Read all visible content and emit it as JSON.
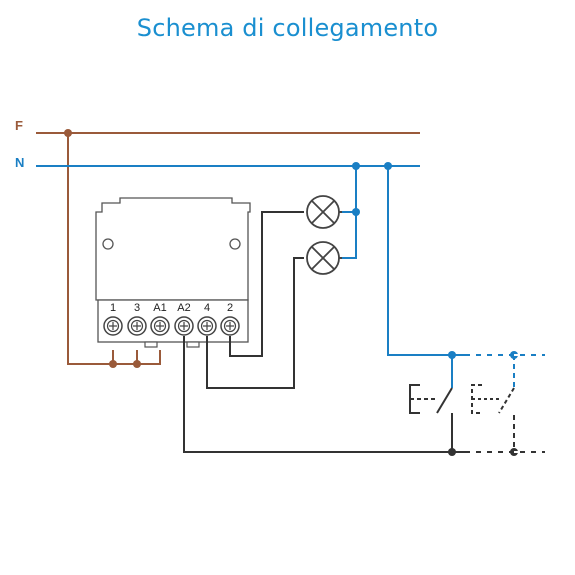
{
  "title": "Schema di collegamento",
  "lines": {
    "phase": "F",
    "neutral": "N"
  },
  "terminals": [
    "1",
    "3",
    "A1",
    "A2",
    "4",
    "2"
  ],
  "colors": {
    "title": "#1a8fd0",
    "phase": "#9a5a3a",
    "neutral": "#1a7fc4",
    "wire": "#333333",
    "device": "#555555"
  },
  "icons": {
    "lamp": "lamp-icon",
    "button": "push-button-icon"
  }
}
